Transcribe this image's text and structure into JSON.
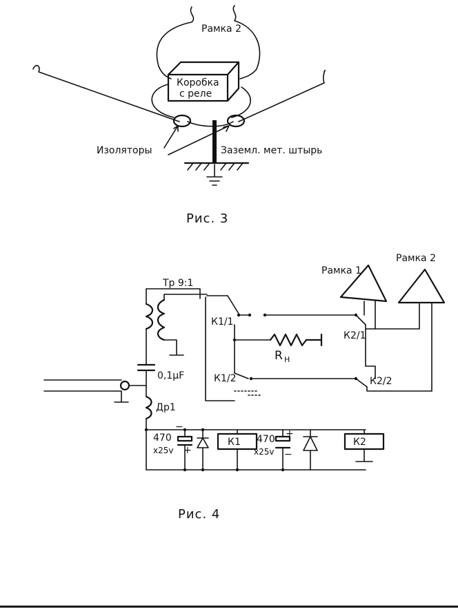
{
  "fig3": {
    "frame2_label": "Рамка 2",
    "box_line1": "Коробка",
    "box_line2": "с реле",
    "insulators_label": "Изоляторы",
    "ground_rod_label": "Заземл. мет. штырь",
    "caption": "Рис. 3"
  },
  "fig4": {
    "transformer_label": "Тр 9:1",
    "capacitor_label": "0,1µF",
    "choke_label": "Др1",
    "k11_label": "К1/1",
    "k12_label": "К1/2",
    "resistor_label": "R",
    "resistor_sub": "Н",
    "frame1_label": "Рамка 1",
    "frame2_label": "Рамка 2",
    "k21_label": "К2/1",
    "k22_label": "К2/2",
    "cap1_value": "470",
    "cap1_voltage": "х25v",
    "cap2_value": "470",
    "cap2_voltage": "х25v",
    "relay1_label": "К1",
    "relay2_label": "К2",
    "plus_sign": "+",
    "minus_sign": "−",
    "caption": "Рис. 4"
  }
}
